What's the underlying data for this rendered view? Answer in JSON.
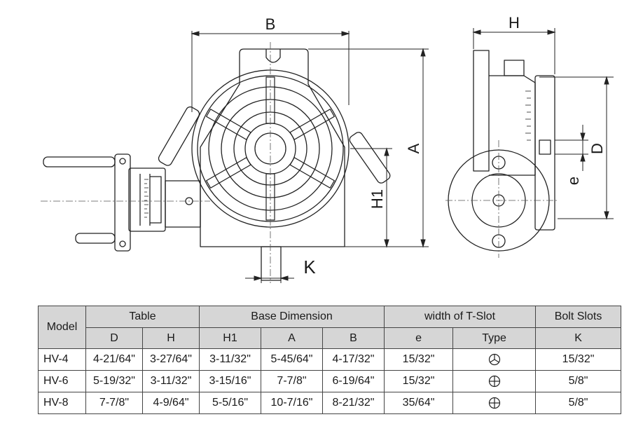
{
  "drawing": {
    "front_view": {
      "width_label": "B",
      "height_label": "A",
      "center_height_label": "H1",
      "slot_width_label": "K"
    },
    "side_view": {
      "depth_label": "H",
      "diameter_label": "D",
      "tslot_label": "e"
    }
  },
  "table": {
    "group_headers": [
      "Model",
      "Table",
      "Base Dimension",
      "width of T-Slot",
      "Bolt Slots"
    ],
    "sub_headers": [
      "D",
      "H",
      "H1",
      "A",
      "B",
      "e",
      "Type",
      "K"
    ],
    "rows": [
      {
        "model": "HV-4",
        "D": "4-21/64\"",
        "H": "3-27/64\"",
        "H1": "3-11/32\"",
        "A": "5-45/64\"",
        "B": "4-17/32\"",
        "e": "15/32\"",
        "type_icon": "radial-slot-icon",
        "K": "15/32\""
      },
      {
        "model": "HV-6",
        "D": "5-19/32\"",
        "H": "3-11/32\"",
        "H1": "3-15/16\"",
        "A": "7-7/8\"",
        "B": "6-19/64\"",
        "e": "15/32\"",
        "type_icon": "cross-slot-icon",
        "K": "5/8\""
      },
      {
        "model": "HV-8",
        "D": "7-7/8\"",
        "H": "4-9/64\"",
        "H1": "5-5/16\"",
        "A": "10-7/16\"",
        "B": "8-21/32\"",
        "e": "35/64\"",
        "type_icon": "cross-slot-icon",
        "K": "5/8\""
      }
    ]
  }
}
